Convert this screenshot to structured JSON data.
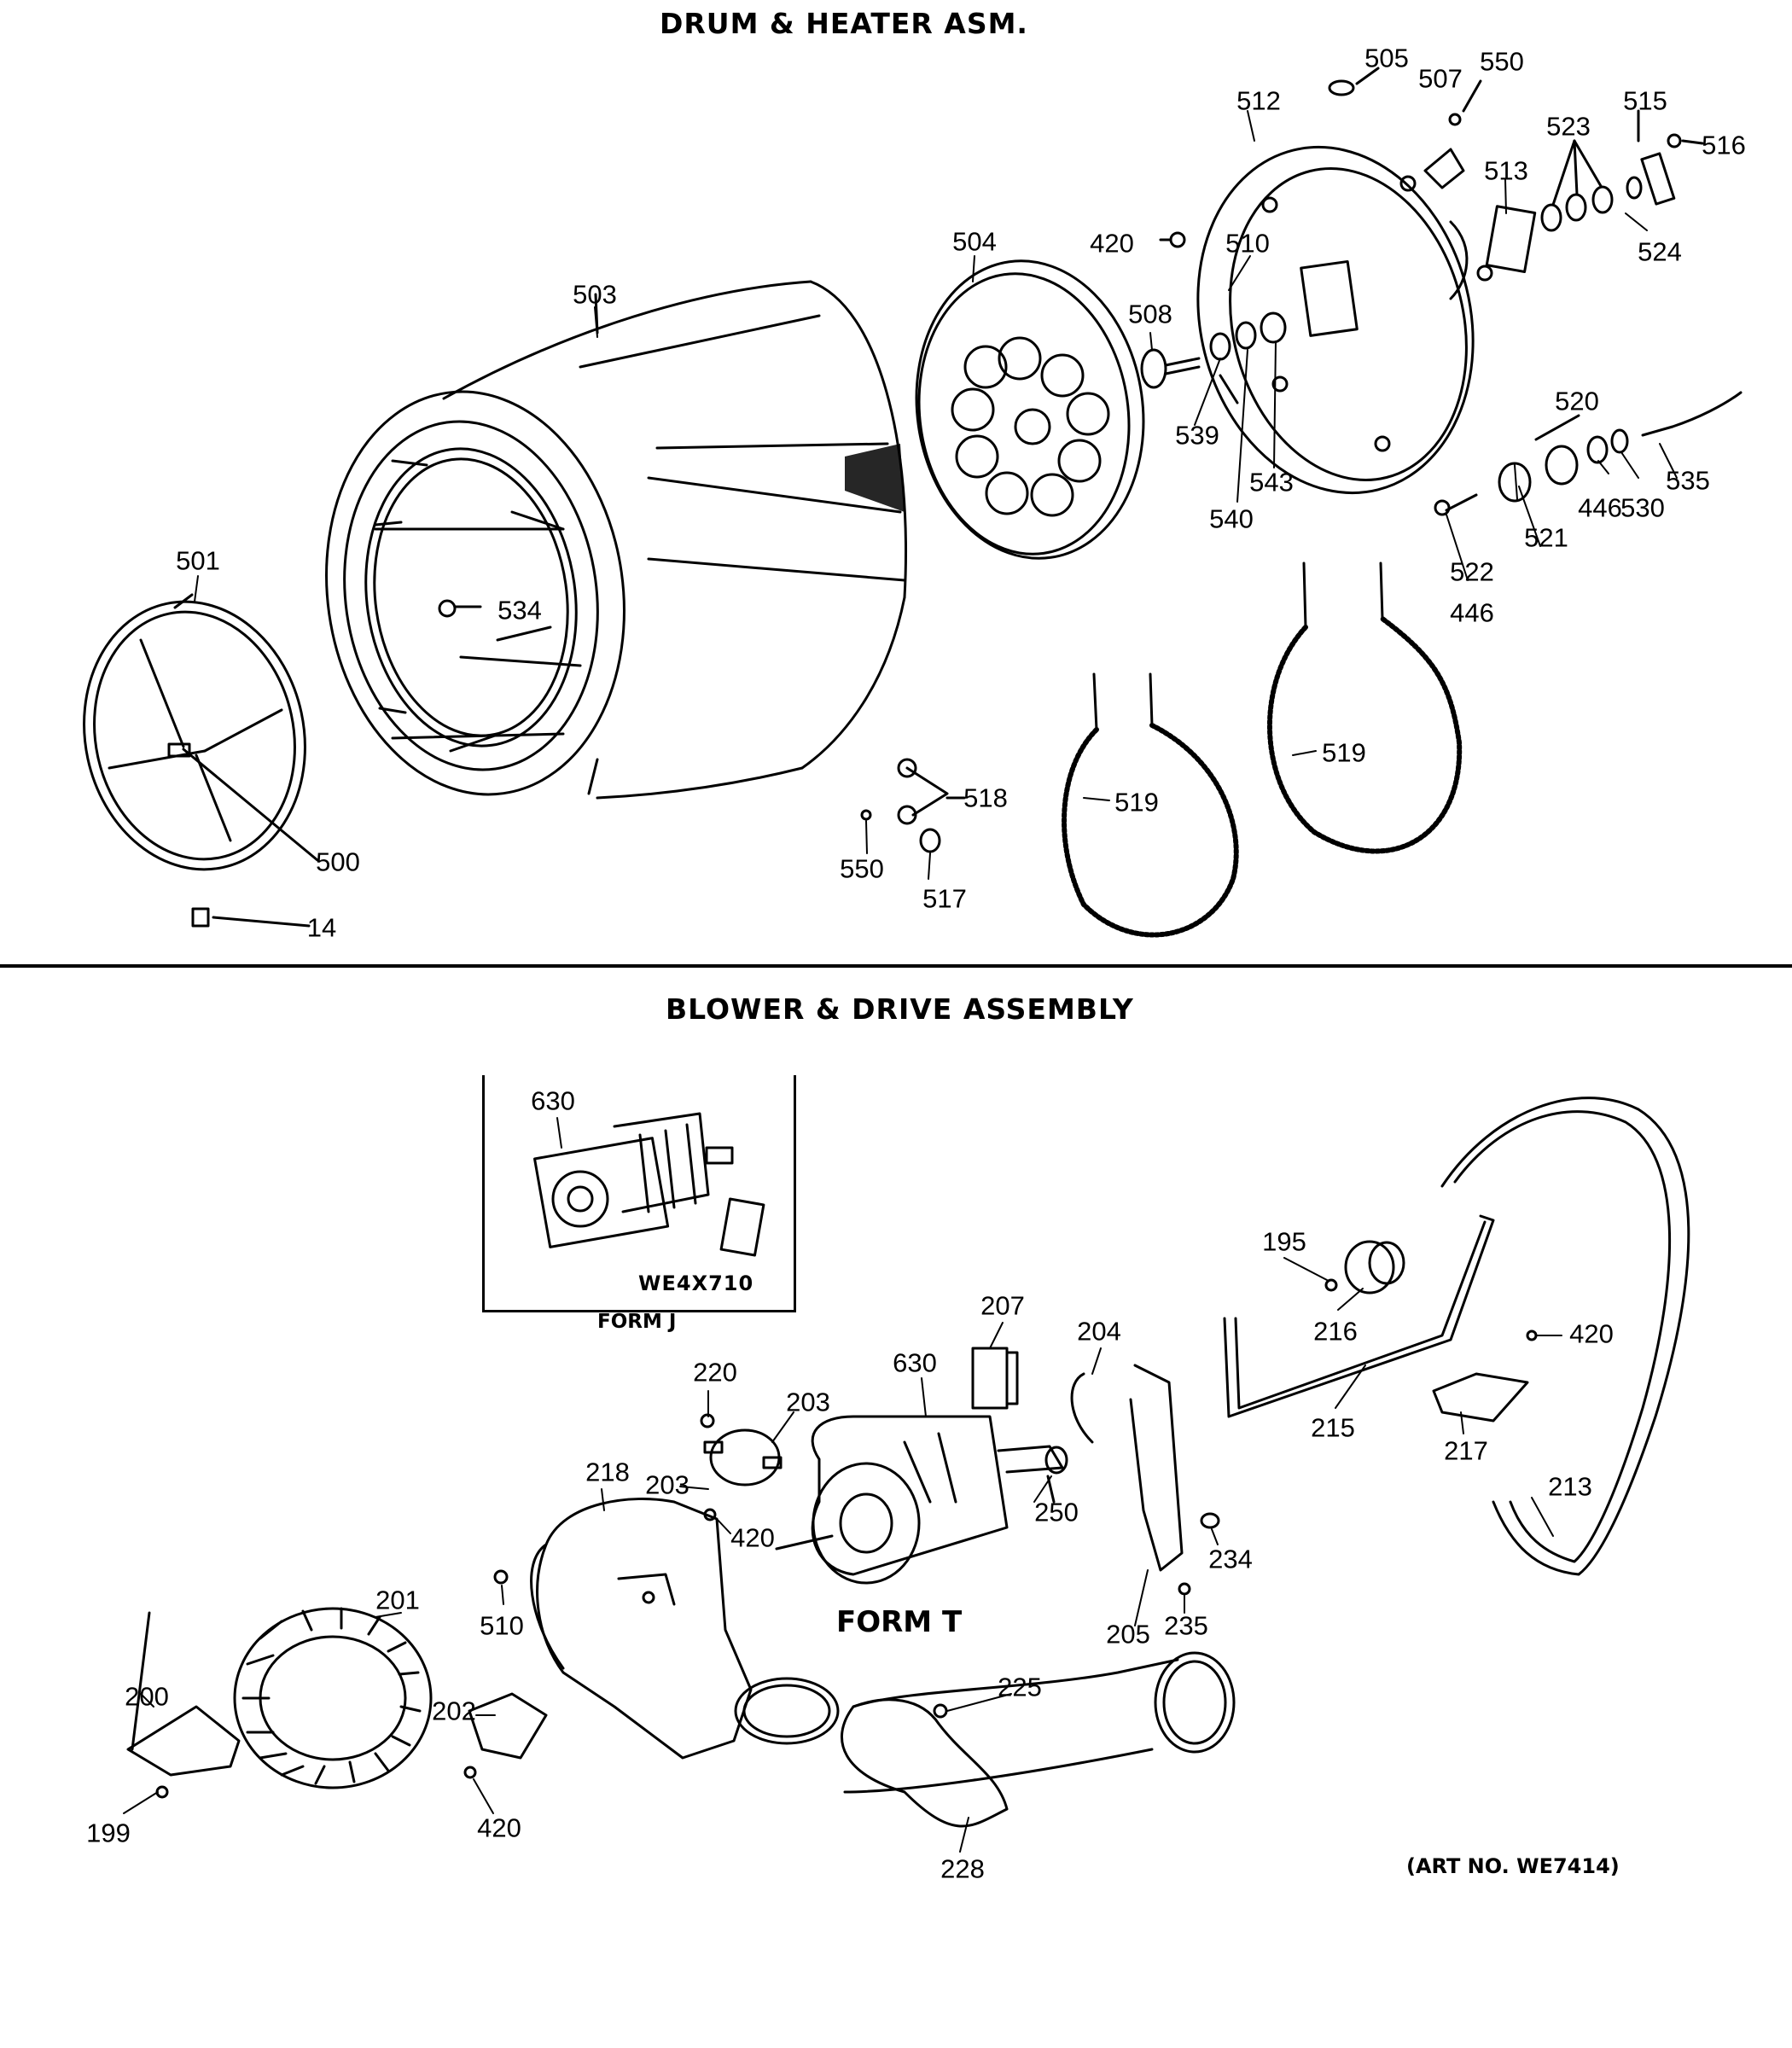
{
  "sections": {
    "drum_title": "DRUM & HEATER ASM.",
    "blower_title": "BLOWER & DRIVE ASSEMBLY"
  },
  "labels": {
    "forms": {
      "form_j": "FORM J",
      "form_t": "FORM T",
      "kit_code": "WE4X710"
    },
    "art_no": "(ART NO. WE7414)"
  },
  "drum_parts": [
    {
      "id": "p-505",
      "text": "505"
    },
    {
      "id": "p-550a",
      "text": "550"
    },
    {
      "id": "p-507",
      "text": "507"
    },
    {
      "id": "p-512",
      "text": "512"
    },
    {
      "id": "p-523",
      "text": "523"
    },
    {
      "id": "p-515",
      "text": "515"
    },
    {
      "id": "p-516",
      "text": "516"
    },
    {
      "id": "p-513",
      "text": "513"
    },
    {
      "id": "p-524",
      "text": "524"
    },
    {
      "id": "p-504",
      "text": "504"
    },
    {
      "id": "p-420a",
      "text": "420"
    },
    {
      "id": "p-510a",
      "text": "510"
    },
    {
      "id": "p-503",
      "text": "503"
    },
    {
      "id": "p-508",
      "text": "508"
    },
    {
      "id": "p-539",
      "text": "539"
    },
    {
      "id": "p-540",
      "text": "540"
    },
    {
      "id": "p-543",
      "text": "543"
    },
    {
      "id": "p-520",
      "text": "520"
    },
    {
      "id": "p-535",
      "text": "535"
    },
    {
      "id": "p-446a",
      "text": "446"
    },
    {
      "id": "p-530",
      "text": "530"
    },
    {
      "id": "p-521",
      "text": "521"
    },
    {
      "id": "p-522",
      "text": "522"
    },
    {
      "id": "p-446b",
      "text": "446"
    },
    {
      "id": "p-501",
      "text": "501"
    },
    {
      "id": "p-534",
      "text": "534"
    },
    {
      "id": "p-519a",
      "text": "519"
    },
    {
      "id": "p-519b",
      "text": "519"
    },
    {
      "id": "p-518",
      "text": "518"
    },
    {
      "id": "p-550b",
      "text": "550"
    },
    {
      "id": "p-517",
      "text": "517"
    },
    {
      "id": "p-500",
      "text": "500"
    },
    {
      "id": "p-14",
      "text": "14"
    }
  ],
  "blower_parts": [
    {
      "id": "p-630a",
      "text": "630"
    },
    {
      "id": "p-207",
      "text": "207"
    },
    {
      "id": "p-204",
      "text": "204"
    },
    {
      "id": "p-195",
      "text": "195"
    },
    {
      "id": "p-216",
      "text": "216"
    },
    {
      "id": "p-420b",
      "text": "420"
    },
    {
      "id": "p-220",
      "text": "220"
    },
    {
      "id": "p-203a",
      "text": "203"
    },
    {
      "id": "p-630b",
      "text": "630"
    },
    {
      "id": "p-215",
      "text": "215"
    },
    {
      "id": "p-217",
      "text": "217"
    },
    {
      "id": "p-218",
      "text": "218"
    },
    {
      "id": "p-203b",
      "text": "203"
    },
    {
      "id": "p-420c",
      "text": "420"
    },
    {
      "id": "p-250",
      "text": "250"
    },
    {
      "id": "p-213",
      "text": "213"
    },
    {
      "id": "p-234",
      "text": "234"
    },
    {
      "id": "p-510b",
      "text": "510"
    },
    {
      "id": "p-201",
      "text": "201"
    },
    {
      "id": "p-205",
      "text": "205"
    },
    {
      "id": "p-235",
      "text": "235"
    },
    {
      "id": "p-225",
      "text": "225"
    },
    {
      "id": "p-200",
      "text": "200"
    },
    {
      "id": "p-202",
      "text": "202"
    },
    {
      "id": "p-199",
      "text": "199"
    },
    {
      "id": "p-420d",
      "text": "420"
    },
    {
      "id": "p-228",
      "text": "228"
    }
  ]
}
